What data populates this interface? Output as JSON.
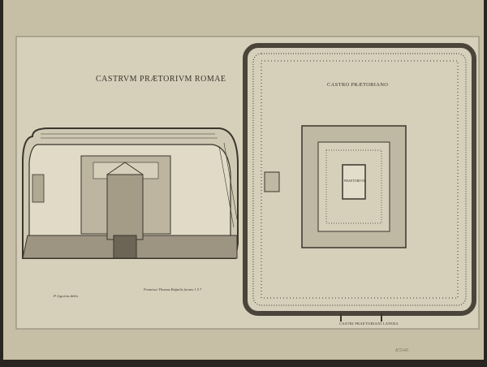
{
  "left_plate": {
    "title": "CASTRVM PRÆTORIVM ROMAE",
    "imprint": "Francisci Thomas Rafaelis formis 1 5 7",
    "signature": "P. Ligorius delin."
  },
  "right_plate": {
    "title": "CASTRO PRÆTORIANO",
    "bottom_caption": "CASTRI PRAETORIANI LATERA",
    "center_label": "PRAETORIVM"
  },
  "margin_note": "K5540",
  "colors": {
    "paper": "#cdc6ad",
    "plate": "#d9d3bf",
    "ink": "#3a352c",
    "frame": "#2a2520"
  }
}
